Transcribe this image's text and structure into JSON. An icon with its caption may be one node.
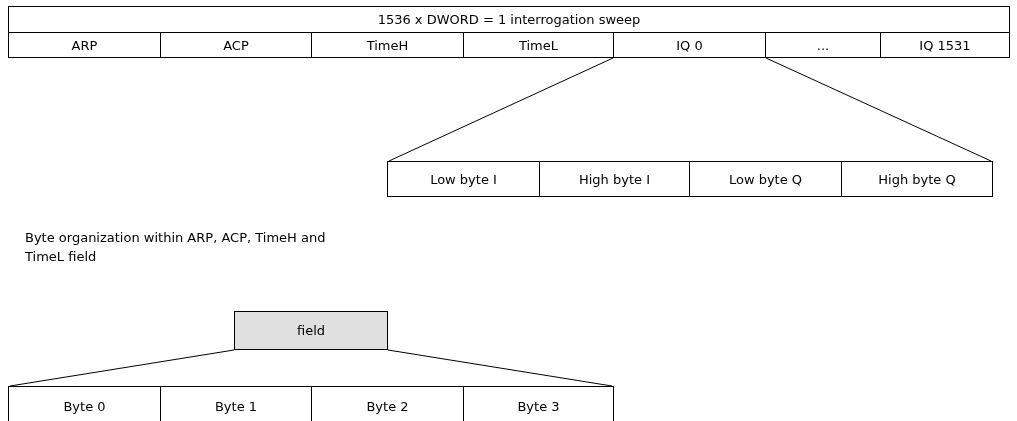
{
  "diagram": {
    "nodes": [
      {
        "text": [
          "1536 x DWORD = 1 interrogation sweep"
        ]
      },
      {
        "text": [
          "ARP"
        ]
      },
      {
        "text": [
          "ACP"
        ]
      },
      {
        "text": [
          "TimeH"
        ]
      },
      {
        "text": [
          "TimeL"
        ]
      },
      {
        "text": [
          "IQ 0"
        ]
      },
      {
        "text": [
          "..."
        ]
      },
      {
        "text": [
          "IQ 1531"
        ]
      },
      {
        "text": [
          "Low byte I"
        ]
      },
      {
        "text": [
          "High byte I"
        ]
      },
      {
        "text": [
          "Low byte Q"
        ]
      },
      {
        "text": [
          "High byte Q"
        ]
      },
      {
        "text": [
          "field"
        ]
      },
      {
        "text": [
          "Byte 0"
        ]
      },
      {
        "text": [
          "Byte 1"
        ]
      },
      {
        "text": [
          "Byte 2"
        ]
      },
      {
        "text": [
          "Byte 3"
        ]
      }
    ],
    "edges": [
      {
        "from": 5,
        "to": 8,
        "arrow": "none"
      },
      {
        "from": 5,
        "to": 11,
        "arrow": "none"
      },
      {
        "from": 12,
        "to": 13,
        "arrow": "none"
      },
      {
        "from": 12,
        "to": 16,
        "arrow": "none"
      }
    ],
    "labels": [
      "Byte organization within ARP, ACP, TimeH and TimeL field"
    ]
  }
}
